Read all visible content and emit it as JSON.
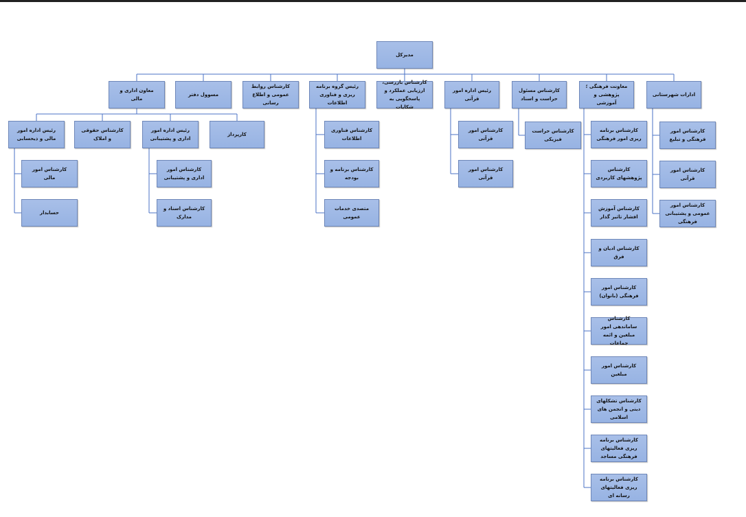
{
  "colors": {
    "node_fill": "#97b3e3",
    "node_border": "#6d86b8",
    "connector": "#4a72c4",
    "top_bar": "#222222"
  },
  "nodes": [
    {
      "id": "root",
      "text": "مدیرکل"
    },
    {
      "id": "l1_1",
      "text": "ادارات شهرستانی"
    },
    {
      "id": "l1_2",
      "text": "معاونت فرهنگی ؛ پژوهشی و آموزشی"
    },
    {
      "id": "l1_3",
      "text": "کارشناس مسئول حراست و اسناد"
    },
    {
      "id": "l1_4",
      "text": "رئیس اداره امور قرآنی"
    },
    {
      "id": "l1_5",
      "text": "کارشناس بازرسی، ارزیابی عملکرد و پاسخگویی به شکایات"
    },
    {
      "id": "l1_6",
      "text": "رئیس گروه برنامه ریزی و فناوری اطلاعات"
    },
    {
      "id": "l1_7",
      "text": "کارشناس روابط عمومی و اطلاع رسانی"
    },
    {
      "id": "l1_8",
      "text": "مسوول دفتر"
    },
    {
      "id": "l1_9",
      "text": "معاون اداری و مالی"
    },
    {
      "id": "c1_1",
      "text": "کارشناس امور فرهنگی و تبلیغ"
    },
    {
      "id": "c1_2",
      "text": "کارشناس امور قرآنی"
    },
    {
      "id": "c1_3",
      "text": "کارشناس امور عمومی و پشتیبانی فرهنگی"
    },
    {
      "id": "c2_1",
      "text": "کارشناس برنامه ریزی امور فرهنگی"
    },
    {
      "id": "c2_2",
      "text": "کارشناس پژوهشهای کاربردی"
    },
    {
      "id": "c2_3",
      "text": "کارشناس آموزش افشار تاثیر گذار"
    },
    {
      "id": "c2_4",
      "text": "کارشناس ادیان و فرق"
    },
    {
      "id": "c2_5",
      "text": "کارشناس امور فرهنگی (بانوان)"
    },
    {
      "id": "c2_6",
      "text": "کارشناس ساماندهی امور مبلغین و ائمه جماعات"
    },
    {
      "id": "c2_7",
      "text": "کارشناس امور مبلغین"
    },
    {
      "id": "c2_8",
      "text": "کارشناس تشکلهای دینی و انجمن های اسلامی"
    },
    {
      "id": "c2_9",
      "text": "کارشناس برنامه ریزی فعالیتهای فرهنگی مساجد"
    },
    {
      "id": "c2_10",
      "text": "کارشناس برنامه ریزی فعالیتهای رسانه ای"
    },
    {
      "id": "c3_1",
      "text": "کارشناس حراست فیزیکی"
    },
    {
      "id": "c4_1",
      "text": "کارشناس امور قرآنی"
    },
    {
      "id": "c4_2",
      "text": "کارشناس امور قرآنی"
    },
    {
      "id": "c6_1",
      "text": "کارشناس فناوری اطلاعات"
    },
    {
      "id": "c6_2",
      "text": "کارشناس برنامه و بودجه"
    },
    {
      "id": "c6_3",
      "text": "متصدی خدمات عمومی"
    },
    {
      "id": "c9_1",
      "text": "کارپرداز"
    },
    {
      "id": "c9_2",
      "text": "رئیس اداره امور اداری و پشتیبانی"
    },
    {
      "id": "c9_3",
      "text": "کارشناس حقوقی و املاک"
    },
    {
      "id": "c9_4",
      "text": "رئیس اداره امور مالی و ذیحسابی"
    },
    {
      "id": "g9_2_1",
      "text": "کارشناس امور اداری و پشتیبانی"
    },
    {
      "id": "g9_2_2",
      "text": "کارشناس اسناد و مدارک"
    },
    {
      "id": "g9_4_1",
      "text": "کارشناس امور مالی"
    },
    {
      "id": "g9_4_2",
      "text": "حسابدار"
    }
  ]
}
